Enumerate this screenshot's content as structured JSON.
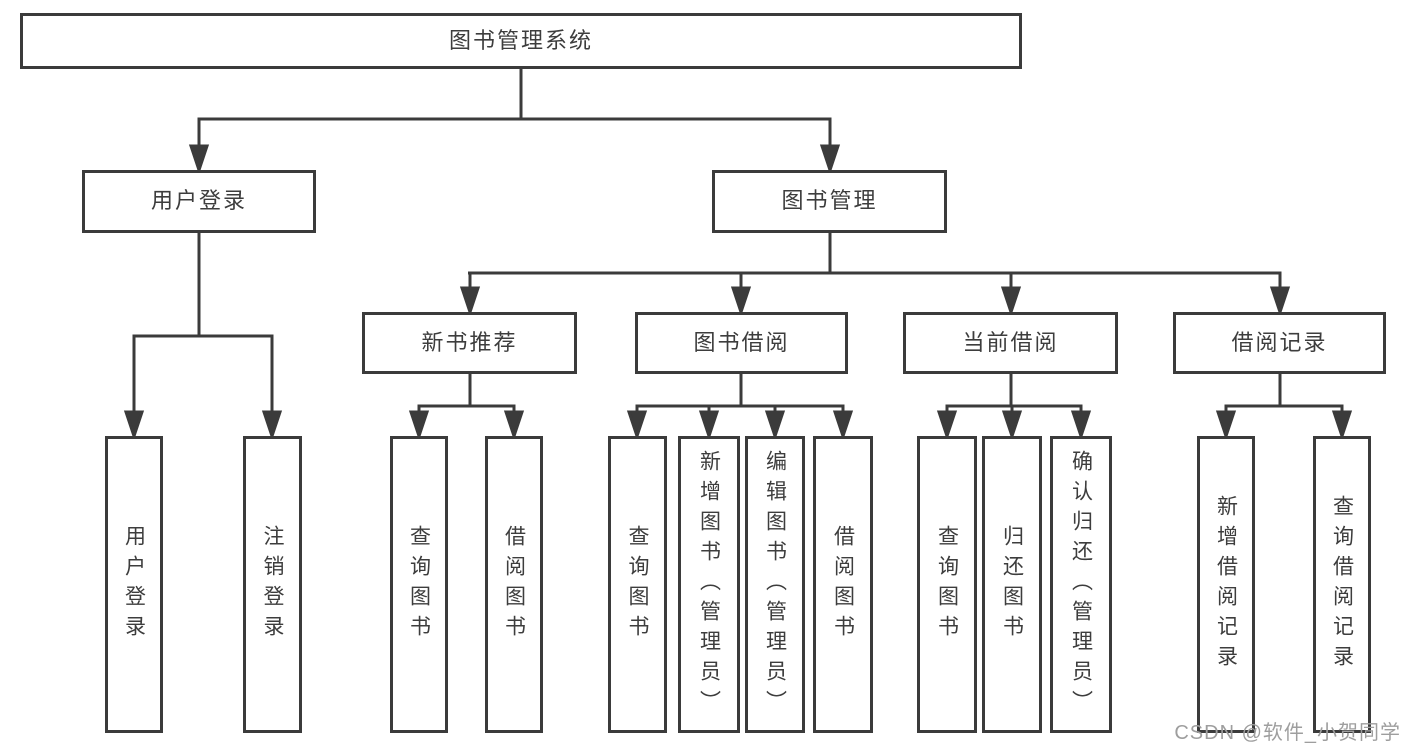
{
  "diagram_title": "图书管理系统",
  "tree": {
    "label": "图书管理系统",
    "children": [
      {
        "label": "用户登录",
        "children": [
          {
            "label": "用户登录"
          },
          {
            "label": "注销登录"
          }
        ]
      },
      {
        "label": "图书管理",
        "children": [
          {
            "label": "新书推荐",
            "children": [
              {
                "label": "查询图书"
              },
              {
                "label": "借阅图书"
              }
            ]
          },
          {
            "label": "图书借阅",
            "children": [
              {
                "label": "查询图书"
              },
              {
                "label": "新增图书（管理员）"
              },
              {
                "label": "编辑图书（管理员）"
              },
              {
                "label": "借阅图书"
              }
            ]
          },
          {
            "label": "当前借阅",
            "children": [
              {
                "label": "查询图书"
              },
              {
                "label": "归还图书"
              },
              {
                "label": "确认归还（管理员）"
              }
            ]
          },
          {
            "label": "借阅记录",
            "children": [
              {
                "label": "新增借阅记录"
              },
              {
                "label": "查询借阅记录"
              }
            ]
          }
        ]
      }
    ]
  },
  "watermark": {
    "text": "CSDN @软件_小贺同学"
  },
  "colors": {
    "line": "#3b3b3b",
    "node_border": "#3b3b3b",
    "node_text": "#3d3d3d",
    "node_background": "#ffffff",
    "watermark_text": "#9e9e9e",
    "page_background": "#ffffff"
  }
}
